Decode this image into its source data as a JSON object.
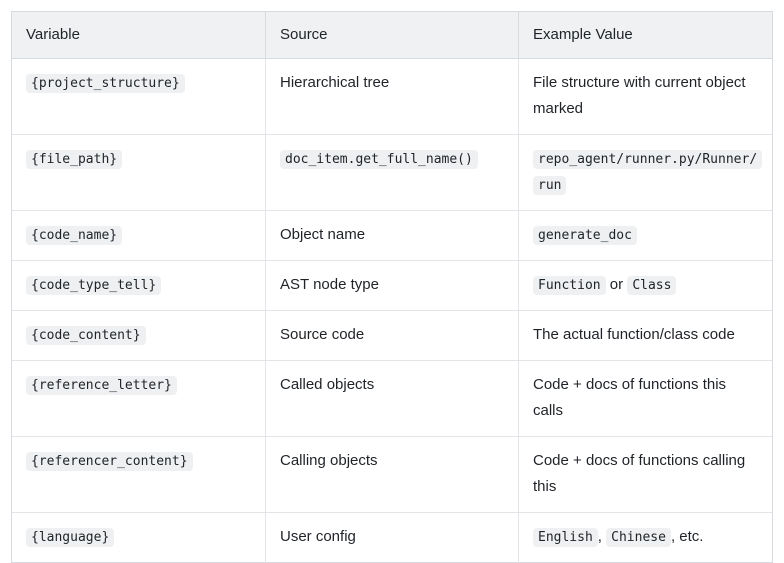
{
  "table": {
    "headers": [
      "Variable",
      "Source",
      "Example Value"
    ],
    "rows": [
      {
        "variable": "{project_structure}",
        "source": "Hierarchical tree",
        "example": "File structure with current object marked"
      },
      {
        "variable": "{file_path}",
        "source": "doc_item.get_full_name()",
        "example": "repo_agent/runner.py/Runner/run"
      },
      {
        "variable": "{code_name}",
        "source": "Object name",
        "example": "generate_doc"
      },
      {
        "variable": "{code_type_tell}",
        "source": "AST node type",
        "example_parts": [
          {
            "kind": "code",
            "text": "Function"
          },
          {
            "kind": "plain",
            "text": " or "
          },
          {
            "kind": "code",
            "text": "Class"
          }
        ]
      },
      {
        "variable": "{code_content}",
        "source": "Source code",
        "example": "The actual function/class code"
      },
      {
        "variable": "{reference_letter}",
        "source": "Called objects",
        "example": "Code + docs of functions this calls"
      },
      {
        "variable": "{referencer_content}",
        "source": "Calling objects",
        "example": "Code + docs of functions calling this"
      },
      {
        "variable": "{language}",
        "source": "User config",
        "example_parts": [
          {
            "kind": "code",
            "text": "English"
          },
          {
            "kind": "plain",
            "text": ", "
          },
          {
            "kind": "code",
            "text": "Chinese"
          },
          {
            "kind": "plain",
            "text": ", etc."
          }
        ]
      }
    ]
  },
  "colors": {
    "header_background": "#f0f1f2",
    "border": "#d7dade",
    "row_border": "#e2e4e8",
    "code_background": "#eef0f2",
    "text": "#1f2328",
    "page_background": "#ffffff"
  }
}
